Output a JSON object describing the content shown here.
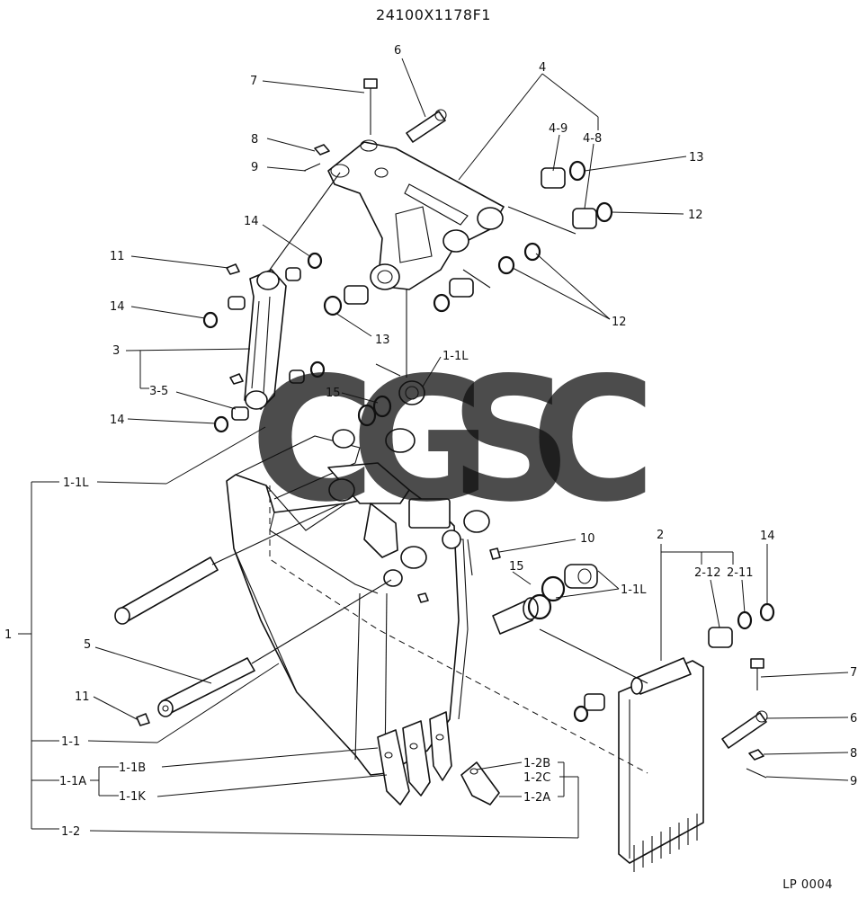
{
  "header": {
    "drawing_number": "24100X1178F1"
  },
  "footer": {
    "page_code": "LP 0004"
  },
  "watermark": {
    "letters": [
      {
        "char": "C",
        "color": "#3d8ff0"
      },
      {
        "char": "G",
        "color": "#f0554a"
      },
      {
        "char": "S",
        "color": "#f5cc3a"
      },
      {
        "char": "C",
        "color": "#5bb58a"
      }
    ]
  },
  "callouts": {
    "c7_top": "7",
    "c6_top": "6",
    "c4": "4",
    "c8_top": "8",
    "c9_top": "9",
    "c4_9": "4-9",
    "c4_8": "4-8",
    "c13_right": "13",
    "c12_right": "12",
    "c14_upper": "14",
    "c11_upper": "11",
    "c14_mid": "14",
    "c12_mid": "12",
    "c13_mid": "13",
    "c3": "3",
    "c1_1l_top": "1-1L",
    "c3_5": "3-5",
    "c15_top": "15",
    "c14_lower": "14",
    "c1_1l_left": "1-1L",
    "c10": "10",
    "c2": "2",
    "c14_side": "14",
    "c2_12": "2-12",
    "c2_11": "2-11",
    "c15_low": "15",
    "c1_1l_right": "1-1L",
    "c1": "1",
    "c5": "5",
    "c7_side": "7",
    "c6_side": "6",
    "c11_lower": "11",
    "c8_side": "8",
    "c9_side": "9",
    "c1_1": "1-1",
    "c1_1a": "1-1A",
    "c1_1b": "1-1B",
    "c1_1k": "1-1K",
    "c1_2b": "1-2B",
    "c1_2c": "1-2C",
    "c1_2a": "1-2A",
    "c1_2": "1-2"
  }
}
